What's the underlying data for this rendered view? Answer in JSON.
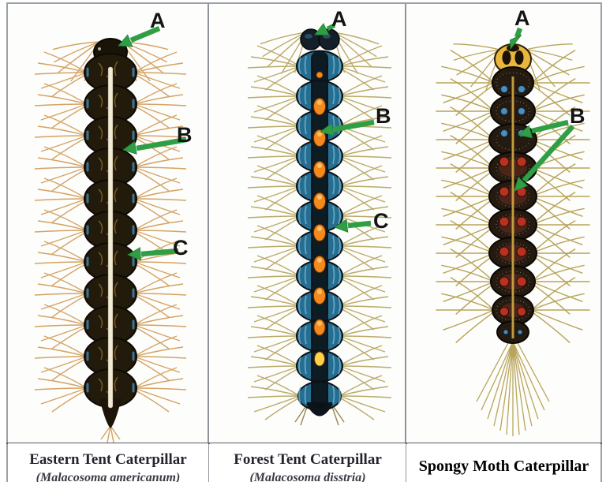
{
  "figure": {
    "panels": [
      {
        "caption": "Eastern Tent Caterpillar",
        "subtitle_partial": "(Malacosoma americanum)",
        "labels": [
          {
            "letter": "A"
          },
          {
            "letter": "B"
          },
          {
            "letter": "C"
          }
        ]
      },
      {
        "caption": "Forest Tent Caterpillar",
        "subtitle_partial": "(Malacosoma disstria)",
        "labels": [
          {
            "letter": "A"
          },
          {
            "letter": "B"
          },
          {
            "letter": "C"
          }
        ]
      },
      {
        "caption": "Spongy Moth Caterpillar",
        "labels": [
          {
            "letter": "A"
          },
          {
            "letter": "B"
          }
        ]
      }
    ],
    "colors": {
      "arrow_green": "#2f9e44",
      "label_black": "#141414",
      "border_gray": "#9aa1a8",
      "eastern_stripe_white": "#f0e9d4",
      "forest_body_blue": "#276d90",
      "forest_spot_orange": "#f5891d",
      "spongy_head_yellow": "#e9b73c",
      "spongy_dot_blue": "#4c8dbd",
      "spongy_dot_red": "#b93220",
      "hair_tan": "#cf9a55"
    }
  }
}
